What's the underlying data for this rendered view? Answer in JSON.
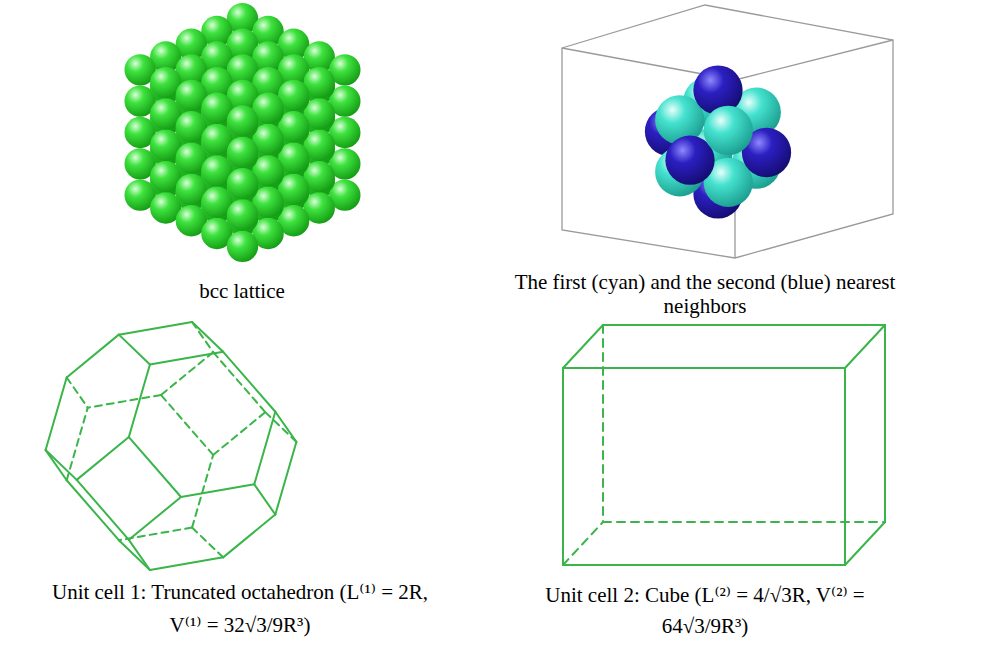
{
  "diagram": {
    "labels": [
      "bcc lattice",
      "The first (cyan) and the second (blue) nearest neighbors",
      "Unit cell 1: Truncated octahedron (L⁽¹⁾ = 2R, V⁽¹⁾ = 32√3/9R³)",
      "Unit cell 2: Cube (L⁽²⁾ = 4/√3R, V⁽²⁾ = 64√3/9R³)"
    ]
  }
}
